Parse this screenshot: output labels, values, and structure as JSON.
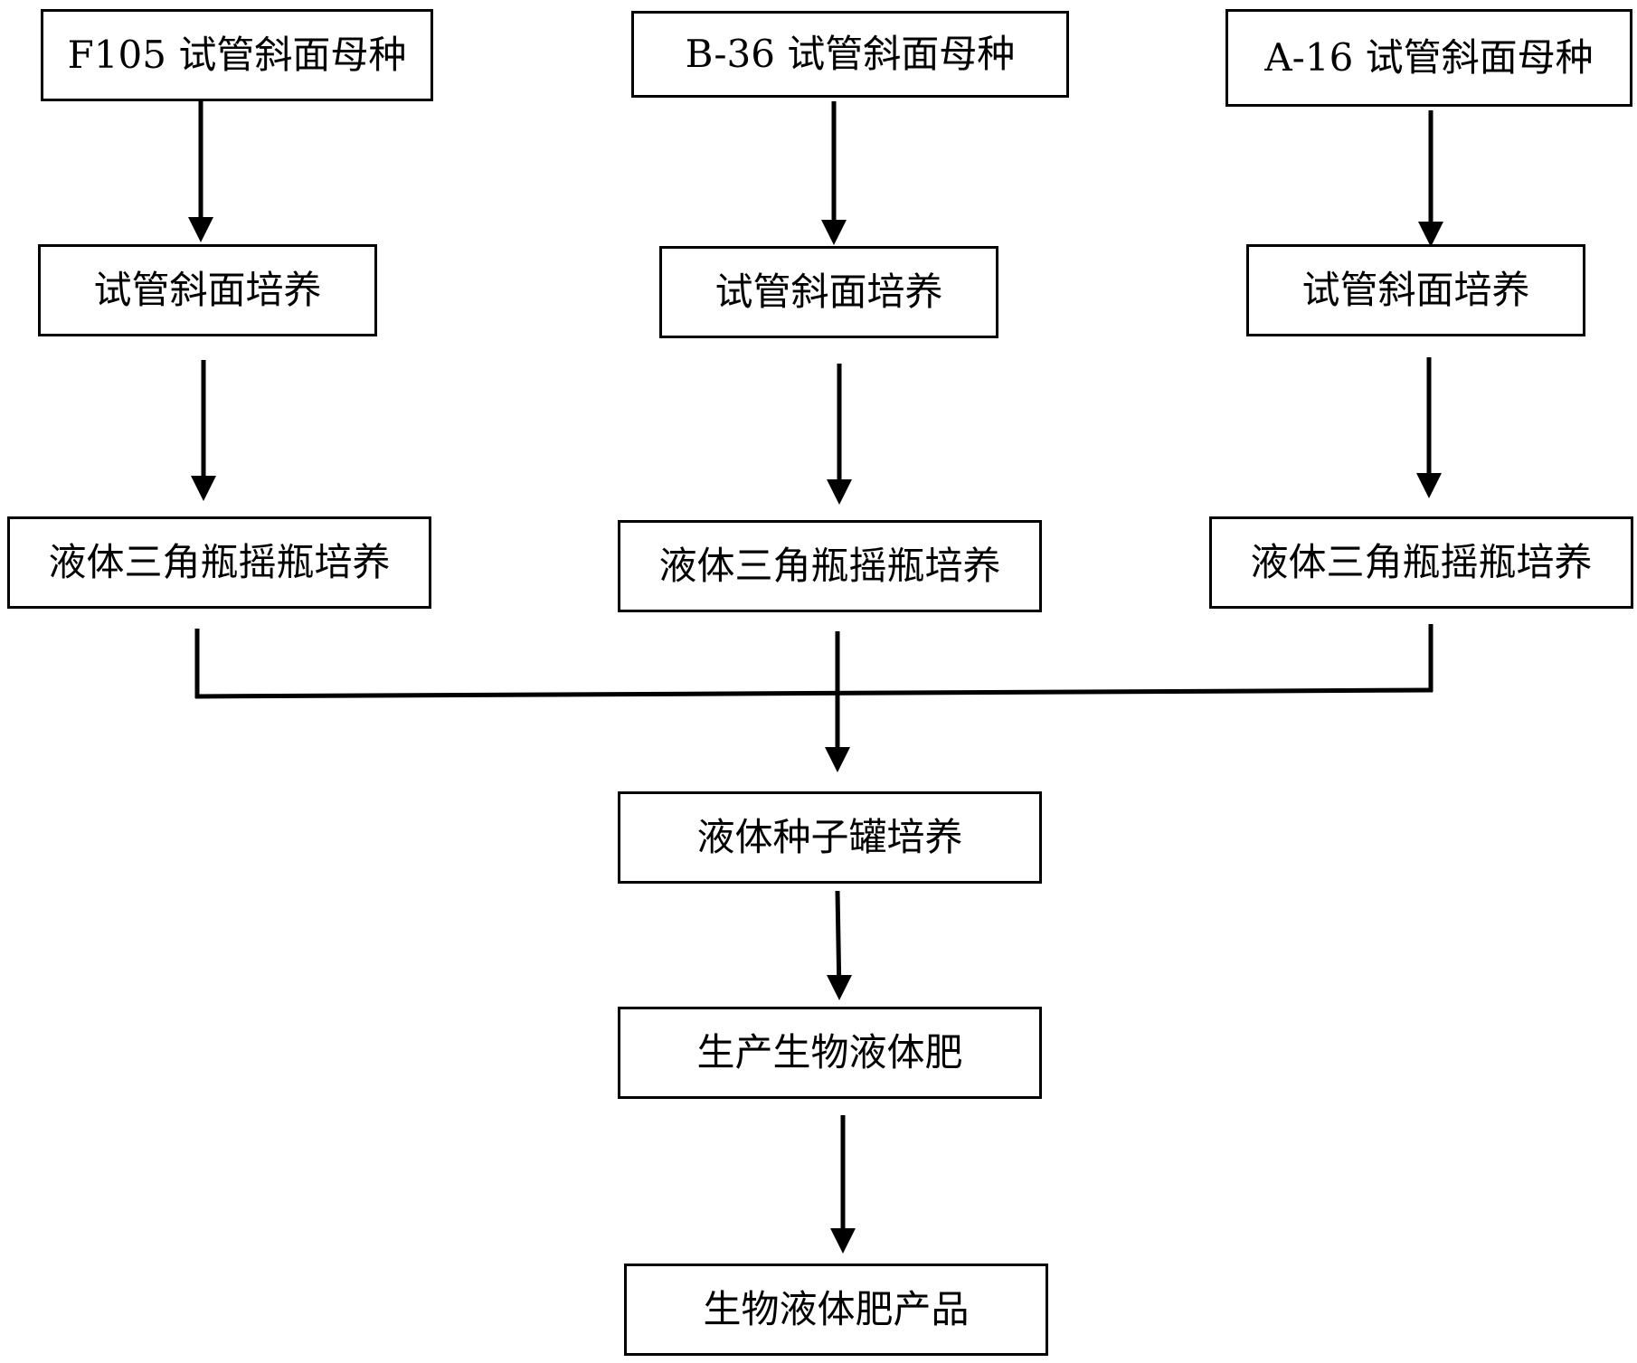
{
  "strains": [
    {
      "mother": "F105 试管斜面母种",
      "slant": "试管斜面培养",
      "shake": "液体三角瓶摇瓶培养"
    },
    {
      "mother": "B-36 试管斜面母种",
      "slant": "试管斜面培养",
      "shake": "液体三角瓶摇瓶培养"
    },
    {
      "mother": "A-16 试管斜面母种",
      "slant": "试管斜面培养",
      "shake": "液体三角瓶摇瓶培养"
    }
  ],
  "seed_tank": "液体种子罐培养",
  "production": "生产生物液体肥",
  "product": "生物液体肥产品",
  "colors": {
    "line": "#000000",
    "box_border": "#000000",
    "background": "#ffffff"
  }
}
